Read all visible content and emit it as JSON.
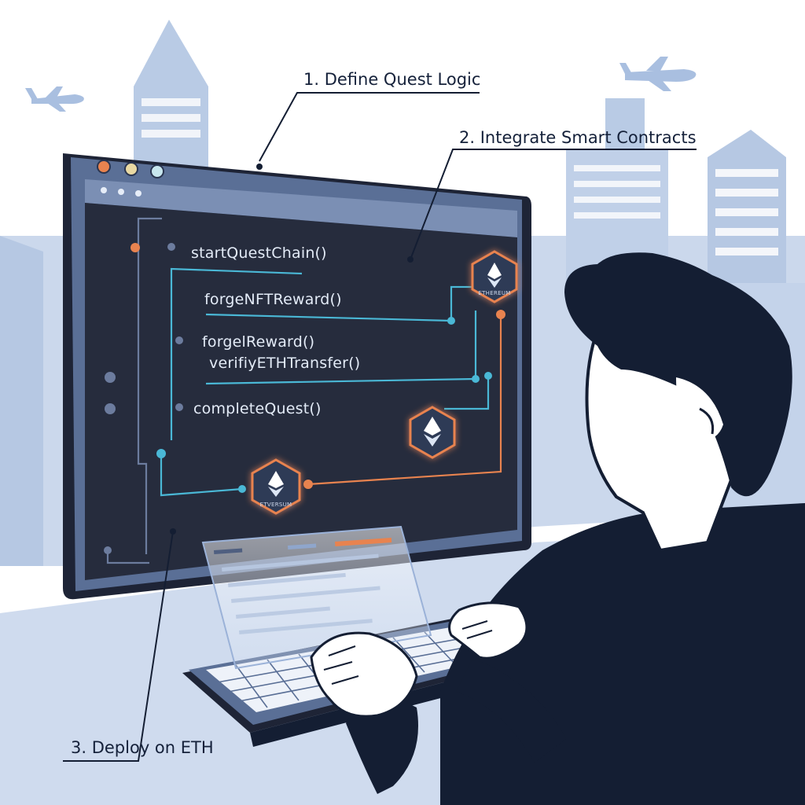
{
  "callouts": {
    "define": "1. Define Quest Logic",
    "integrate": "2. Integrate Smart Contracts",
    "deploy": "3. Deploy on ETH"
  },
  "code": {
    "functions": [
      "startQuestChain()",
      "forgeNFTReward()",
      "forgelReward()",
      "verifiyETHTransfer()",
      "completeQuest()"
    ]
  },
  "badges": {
    "top": "ETHEREUM",
    "bottom": "ETVERSUM"
  },
  "colors": {
    "sky": "#c9d7ec",
    "building": "#b4c7e3",
    "monitor_bezel": "#5a6f96",
    "screen": "#262c3d",
    "accent_teal": "#4ab8d6",
    "accent_orange": "#e8834f",
    "person": "#141e33"
  },
  "icons": {
    "window_buttons": "traffic-light-dots",
    "badge": "ethereum-diamond-icon",
    "aircraft": "airplane-icon"
  }
}
